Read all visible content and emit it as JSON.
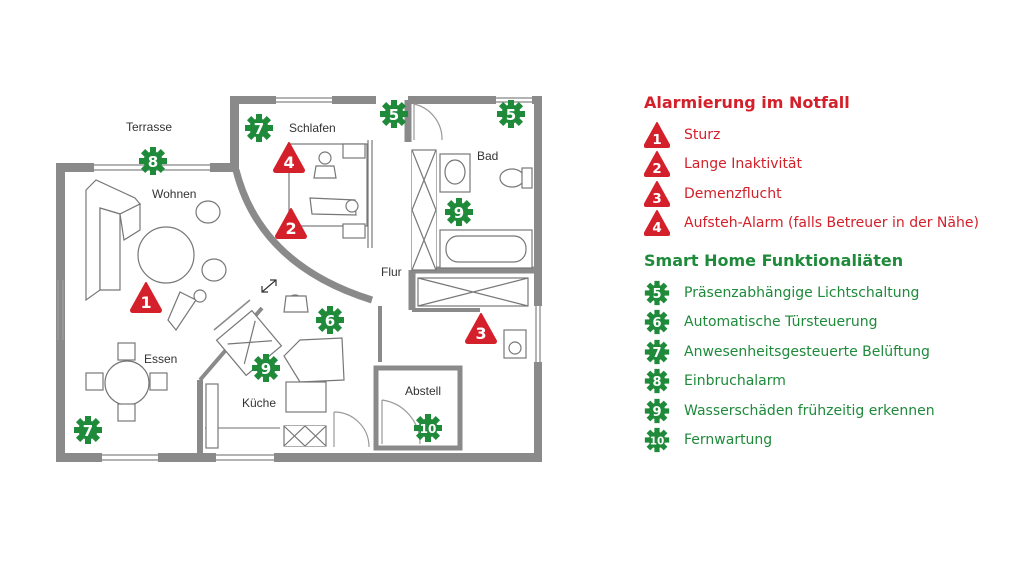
{
  "colors": {
    "alarm": "#d4202a",
    "smart": "#1e8a3a",
    "wall": "#8a8a8a"
  },
  "rooms": {
    "terrasse": "Terrasse",
    "schlafen": "Schlafen",
    "wohnen": "Wohnen",
    "bad": "Bad",
    "flur": "Flur",
    "essen": "Essen",
    "kueche": "Küche",
    "abstell": "Abstell"
  },
  "plan_markers": {
    "alarm_1": "1",
    "alarm_2": "2",
    "alarm_3": "3",
    "alarm_4": "4",
    "smart_5a": "5",
    "smart_5b": "5",
    "smart_6": "6",
    "smart_7a": "7",
    "smart_7b": "7",
    "smart_8": "8",
    "smart_9a": "9",
    "smart_9b": "9",
    "smart_10": "10"
  },
  "legend": {
    "alarm_title": "Alarmierung im Notfall",
    "alarm_items": [
      {
        "num": "1",
        "label": "Sturz"
      },
      {
        "num": "2",
        "label": "Lange Inaktivität"
      },
      {
        "num": "3",
        "label": "Demenzflucht"
      },
      {
        "num": "4",
        "label": "Aufsteh-Alarm (falls Betreuer in der Nähe)"
      }
    ],
    "smart_title": "Smart Home Funktionaliäten",
    "smart_items": [
      {
        "num": "5",
        "label": "Präsenzabhängige Lichtschaltung"
      },
      {
        "num": "6",
        "label": "Automatische Türsteuerung"
      },
      {
        "num": "7",
        "label": "Anwesenheitsgesteuerte Belüftung"
      },
      {
        "num": "8",
        "label": "Einbruchalarm"
      },
      {
        "num": "9",
        "label": "Wasserschäden frühzeitig erkennen"
      },
      {
        "num": "10",
        "label": "Fernwartung"
      }
    ]
  }
}
